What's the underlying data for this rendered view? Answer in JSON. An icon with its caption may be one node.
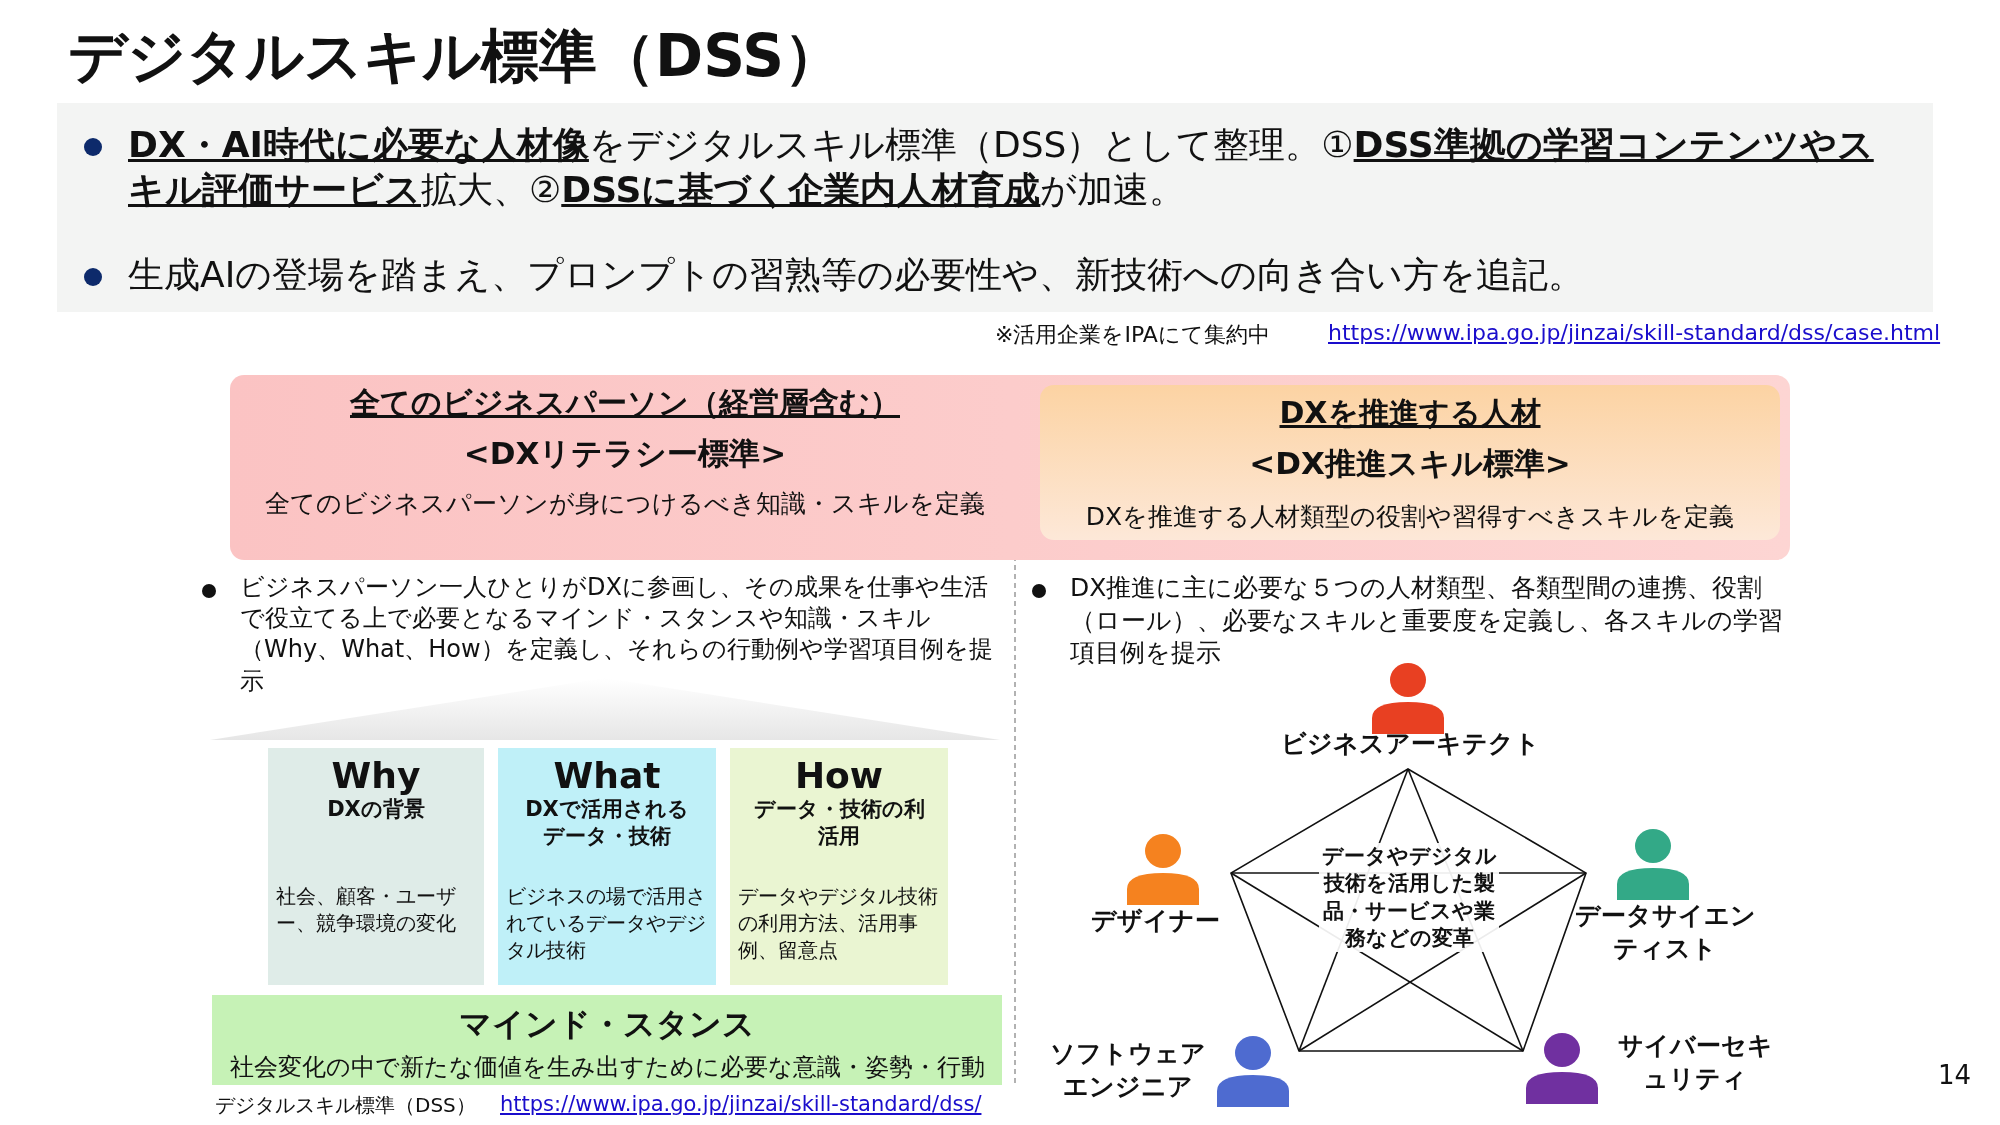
{
  "diagram": {
    "title": "デジタルスキル標準（DSS）",
    "nodes": [
      {
        "text": [
          "全てのビジネスパーソン（経営層含む）",
          "<DXリテラシー標準>",
          "全てのビジネスパーソンが身につけるべき知識・スキルを定義"
        ]
      },
      {
        "text": [
          "DXを推進する人材",
          "<DX推進スキル標準>",
          "DXを推進する人材類型の役割や習得すべきスキルを定義"
        ],
        "in": 0
      },
      {
        "text": [
          "Why",
          "DXの背景",
          "社会、顧客・ユーザー、競争環境の変化"
        ]
      },
      {
        "text": [
          "What",
          "DXで活用されるデータ・技術",
          "ビジネスの場で活用されているデータやデジタル技術"
        ]
      },
      {
        "text": [
          "How",
          "データ・技術の利活用",
          "データやデジタル技術の利用方法、活用事例、留意点"
        ]
      },
      {
        "text": [
          "マインド・スタンス",
          "社会変化の中で新たな価値を生み出すために必要な意識・姿勢・行動"
        ]
      },
      {
        "text": [
          "データやデジタル技術を活用した製品・サービスや業務などの変革"
        ]
      },
      {
        "text": [
          "ビジネスアーキテクト"
        ]
      },
      {
        "text": [
          "デザイナー"
        ]
      },
      {
        "text": [
          "データサイエンティスト"
        ]
      },
      {
        "text": [
          "ソフトウェアエンジニア"
        ]
      },
      {
        "text": [
          "サイバーセキュリティ"
        ]
      },
      {
        "text": [],
        "shape": "triangle"
      }
    ],
    "edges": [],
    "labels": [
      "**DX・AI時代に必要な人材像**をデジタルスキル標準（DSS）として整理。①**DSS準拠の学習コンテンツやスキル評価サービス**拡大、②**DSSに基づく企業内人材育成**が加速。",
      "生成AIの登場を踏まえ、プロンプトの習熟等の必要性や、新技術への向き合い方を追記。",
      "※活用企業をIPAにて集約中",
      "https://www.ipa.go.jp/jinzai/skill-standard/dss/case.html",
      "ビジネスパーソン一人ひとりがDXに参画し、その成果を仕事や生活で役立てる上で必要となるマインド・スタンスや知識・スキル（Why、What、How）を定義し、それらの行動例や学習項目例を提示",
      "DX推進に主に必要な５つの人材類型、各類型間の連携、役割（ロール）、必要なスキルと重要度を定義し、各スキルの学習項目例を提示",
      "デジタルスキル標準（DSS）",
      "https://www.ipa.go.jp/jinzai/skill-standard/dss/",
      "14"
    ]
  }
}
